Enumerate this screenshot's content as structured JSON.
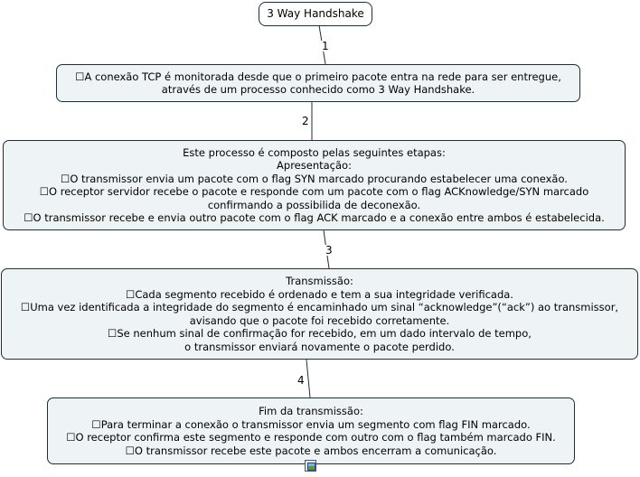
{
  "title": "3 Way Handshake",
  "nodes": [
    {
      "lines": [
        "☐A conexão TCP é monitorada desde que o primeiro pacote entra na rede para ser entregue,",
        "através de um processo conhecido como 3 Way Handshake."
      ]
    },
    {
      "lines": [
        "Este processo é composto pelas seguintes etapas:",
        "Apresentação:",
        "☐O transmissor envia um pacote com o flag SYN marcado procurando estabelecer uma conexão.",
        "☐O receptor servidor recebe o pacote e responde com um pacote com o flag ACKnowledge/SYN marcado",
        "confirmando a possibilida de deconexão.",
        "☐O transmissor recebe e envia outro pacote com o flag ACK marcado e a conexão entre ambos é estabelecida."
      ]
    },
    {
      "lines": [
        "Transmissão:",
        "☐Cada segmento recebido é ordenado e tem a sua integridade verificada.",
        "☐Uma vez identificada a integridade do segmento é encaminhado um sinal “acknowledge”(“ack”) ao transmissor,",
        "avisando que o pacote foi recebido corretamente.",
        "☐Se nenhum sinal de confirmação for recebido, em um dado intervalo de tempo,",
        "o transmissor enviará novamente o pacote perdido."
      ]
    },
    {
      "lines": [
        "Fim da transmissão:",
        "☐Para terminar a conexão o transmissor envia um segmento com flag FIN marcado.",
        "☐O receptor confirma este segmento e responde com outro com o flag também marcado FIN.",
        "☐O transmissor recebe este pacote e ambos encerram a comunicação."
      ]
    }
  ],
  "edges": [
    "1",
    "2",
    "3",
    "4"
  ],
  "icons": {
    "attachment": "image-attachment-icon"
  },
  "colors": {
    "node_fill": "#eef3f6",
    "border": "#1f2f3a"
  }
}
